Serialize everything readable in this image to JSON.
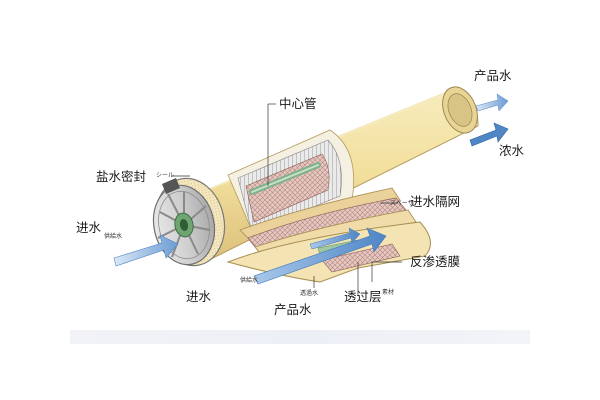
{
  "labels": {
    "product_water_top": "产品水",
    "center_tube": "中心管",
    "concentrate": "浓水",
    "brine_seal": "盐水密封",
    "feed_spacer": "进水隔网",
    "feed_left": "进水",
    "feed_bottom": "进水",
    "product_water_bottom": "产品水",
    "permeate_layer": "透过层",
    "ro_membrane": "反渗透膜"
  },
  "small_labels": {
    "seal_tag": "シール",
    "feed_tag_left": "供給水",
    "spacer_tag": "スペーサ",
    "feed_tag_bottom": "供給水",
    "permeate_tag": "透過水",
    "material_tag": "素材"
  },
  "colors": {
    "shell": "#f2df9c",
    "shell_shade": "#e2c77a",
    "membrane": "#f3e3b0",
    "mesh": "#d9b9b2",
    "arrow": "#5f93cf",
    "tube": "#9fc7a2"
  }
}
